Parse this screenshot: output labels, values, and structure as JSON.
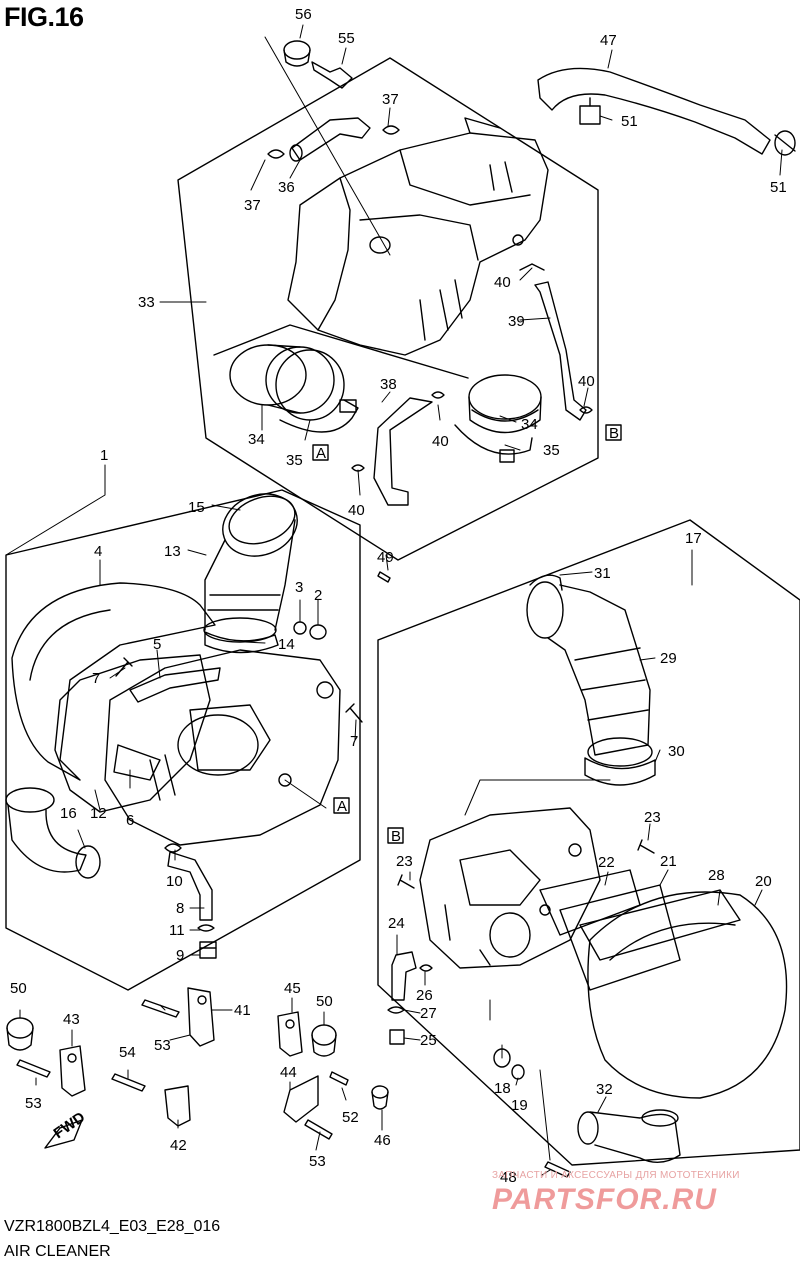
{
  "figure": {
    "title": "FIG.16",
    "model_code": "VZR1800BZL4_E03_E28_016",
    "section_name": "AIR CLEANER"
  },
  "watermark": {
    "tagline": "ЗАПЧАСТИ И АКСЕССУАРЫ ДЛЯ МОТОТЕХНИКИ",
    "logo": "PARTSFOR.RU"
  },
  "ref_markers": {
    "A": "A",
    "B": "B"
  },
  "fwd_label": "FWD",
  "callouts": {
    "p1": "1",
    "p2": "2",
    "p3": "3",
    "p4": "4",
    "p5": "5",
    "p6": "6",
    "p7a": "7",
    "p7b": "7",
    "p8": "8",
    "p9": "9",
    "p10": "10",
    "p11": "11",
    "p12": "12",
    "p13": "13",
    "p14": "14",
    "p15": "15",
    "p16": "16",
    "p17": "17",
    "p18": "18",
    "p19": "19",
    "p20": "20",
    "p21": "21",
    "p22": "22",
    "p23a": "23",
    "p23b": "23",
    "p24": "24",
    "p25": "25",
    "p26": "26",
    "p27": "27",
    "p28": "28",
    "p29": "29",
    "p30": "30",
    "p31": "31",
    "p32": "32",
    "p33": "33",
    "p34a": "34",
    "p34b": "34",
    "p35a": "35",
    "p35b": "35",
    "p36": "36",
    "p37a": "37",
    "p37b": "37",
    "p38": "38",
    "p39": "39",
    "p40a": "40",
    "p40b": "40",
    "p40c": "40",
    "p40d": "40",
    "p41": "41",
    "p42": "42",
    "p43": "43",
    "p44": "44",
    "p45": "45",
    "p46": "46",
    "p47": "47",
    "p48": "48",
    "p49": "49",
    "p50a": "50",
    "p50b": "50",
    "p51a": "51",
    "p51b": "51",
    "p52": "52",
    "p53a": "53",
    "p53b": "53",
    "p53c": "53",
    "p54": "54",
    "p55": "55",
    "p56": "56"
  }
}
